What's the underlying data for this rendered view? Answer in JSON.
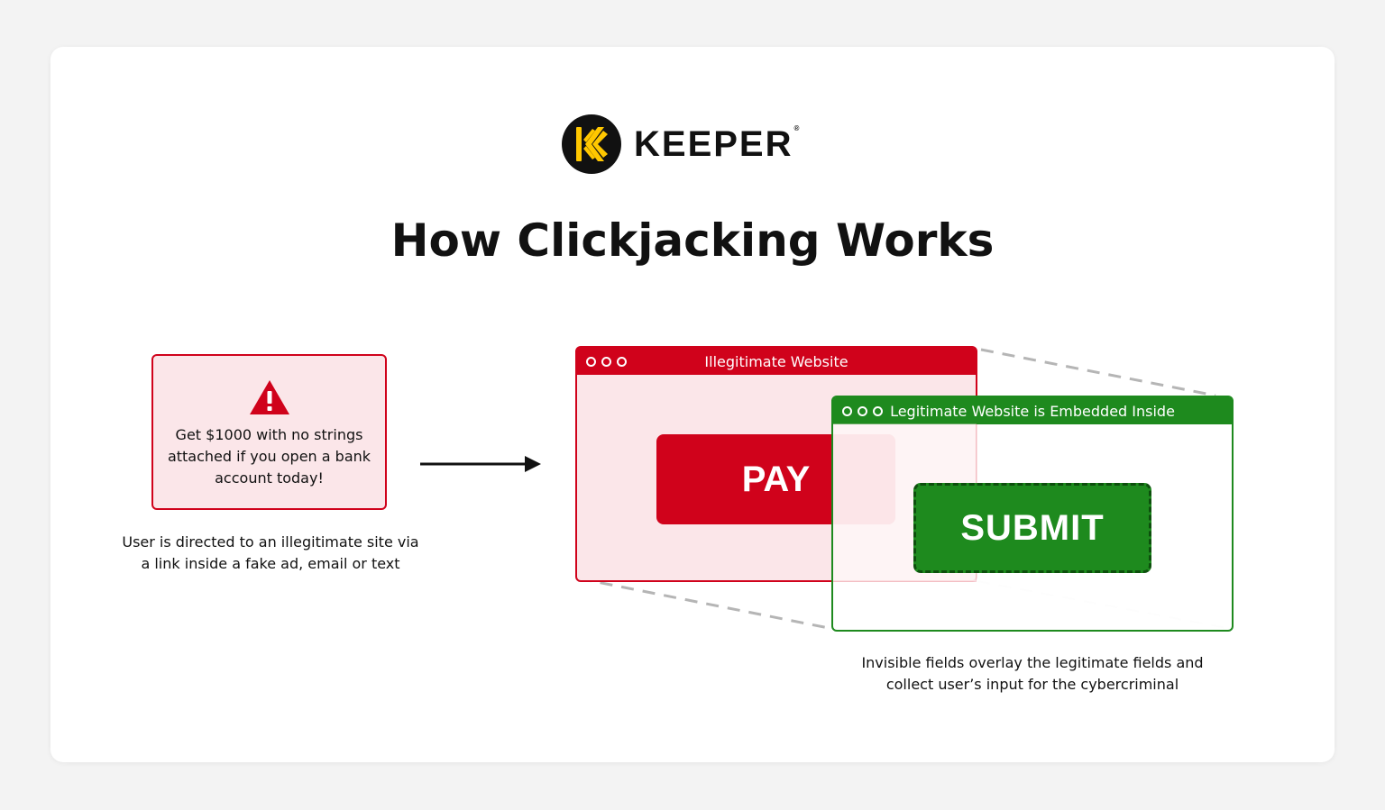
{
  "logo": {
    "wordmark": "KEEPER",
    "registered": "®"
  },
  "title": "How Clickjacking Works",
  "ad": {
    "icon": "warning-triangle-icon",
    "text": "Get $1000 with no strings attached if you open a bank account today!"
  },
  "caption_left": "User is directed to an illegitimate site via a link inside a fake ad, email or text",
  "illegitimate_window": {
    "title": "Illegitimate Website",
    "button": "PAY"
  },
  "legitimate_window": {
    "title": "Legitimate Website is Embedded Inside",
    "button": "SUBMIT"
  },
  "caption_right": "Invisible fields overlay the legitimate fields and collect user’s input for the cybercriminal",
  "colors": {
    "accent_red": "#d0021b",
    "light_red": "#fbe6e9",
    "accent_green": "#1e8a1e",
    "logo_yellow": "#ffc700"
  }
}
